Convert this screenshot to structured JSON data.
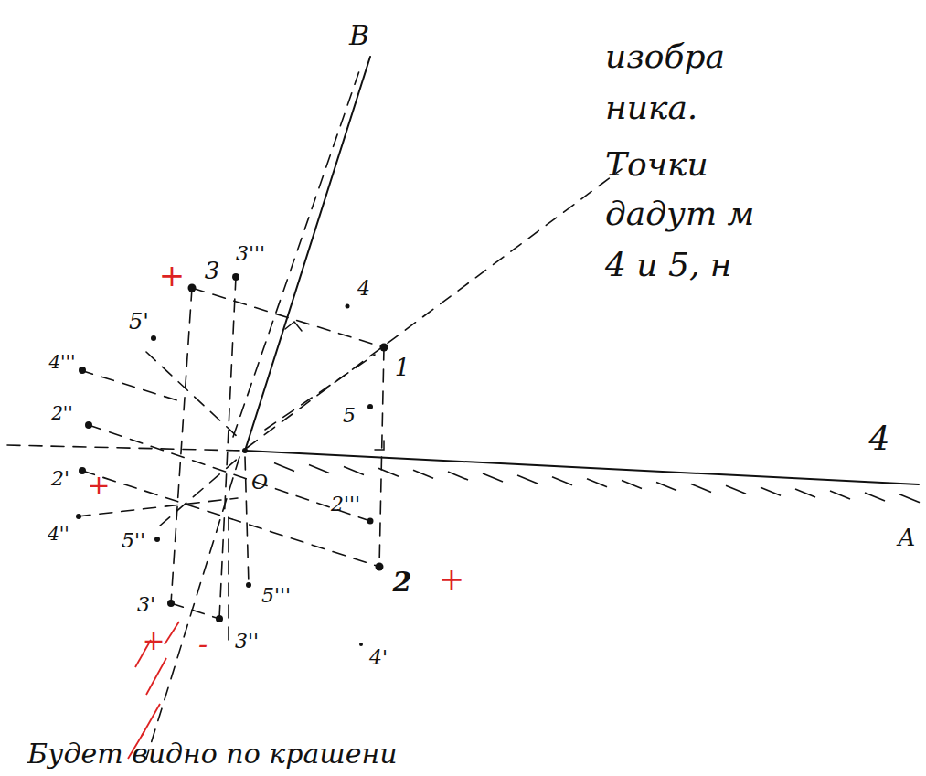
{
  "diagram": {
    "labels": [
      "B",
      "A",
      "O",
      "1",
      "2",
      "3",
      "3'''",
      "4",
      "5'",
      "4'''",
      "2''",
      "2'",
      "4''",
      "5''",
      "2'''",
      "5'''",
      "3'",
      "3''",
      "4'",
      "5",
      "+",
      "+",
      "+",
      "+",
      "-",
      "изобра",
      "ника.",
      "Точки",
      "дадут м",
      "4 и 5, н",
      "4",
      "Будет видно по крашени"
    ]
  }
}
